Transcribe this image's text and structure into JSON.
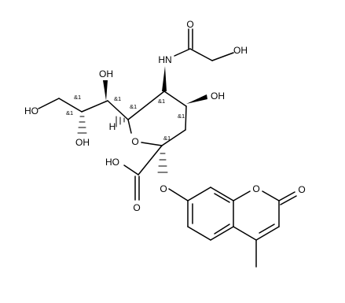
{
  "atoms": {
    "o_top": "O",
    "hn": "HN",
    "oh_glycolyl": "OH",
    "oh_side1": "OH",
    "ho_side3": "HO",
    "oh_side2": "OH",
    "oh_ring": "OH",
    "h_c6": "H",
    "o_ring": "O",
    "ho_acid": "HO",
    "o_acid": "O",
    "o_ether": "O",
    "o_lactone": "O",
    "o_carbonyl": "O"
  },
  "stereo_labels": {
    "c_side1": "&1",
    "c_side2": "&1",
    "c_side3": "&1",
    "c6": "&1",
    "c5": "&1",
    "c4": "&1",
    "c2": "&1"
  }
}
